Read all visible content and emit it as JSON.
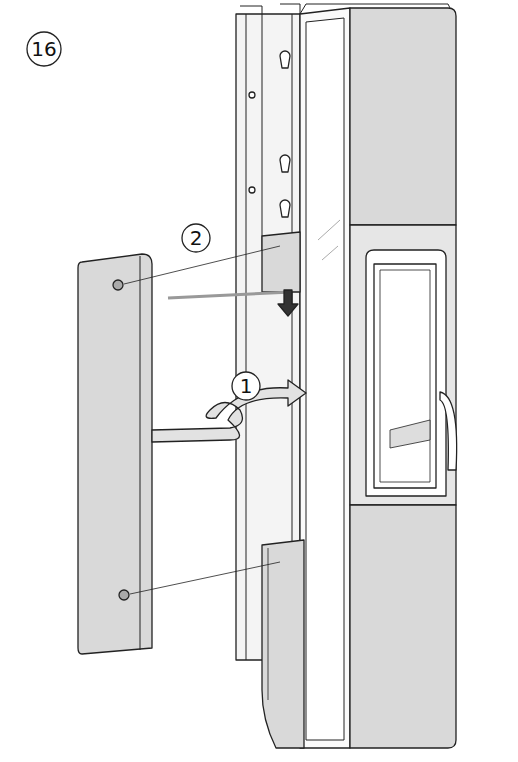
{
  "diagram": {
    "labels": [
      "16",
      "2",
      "1"
    ]
  }
}
